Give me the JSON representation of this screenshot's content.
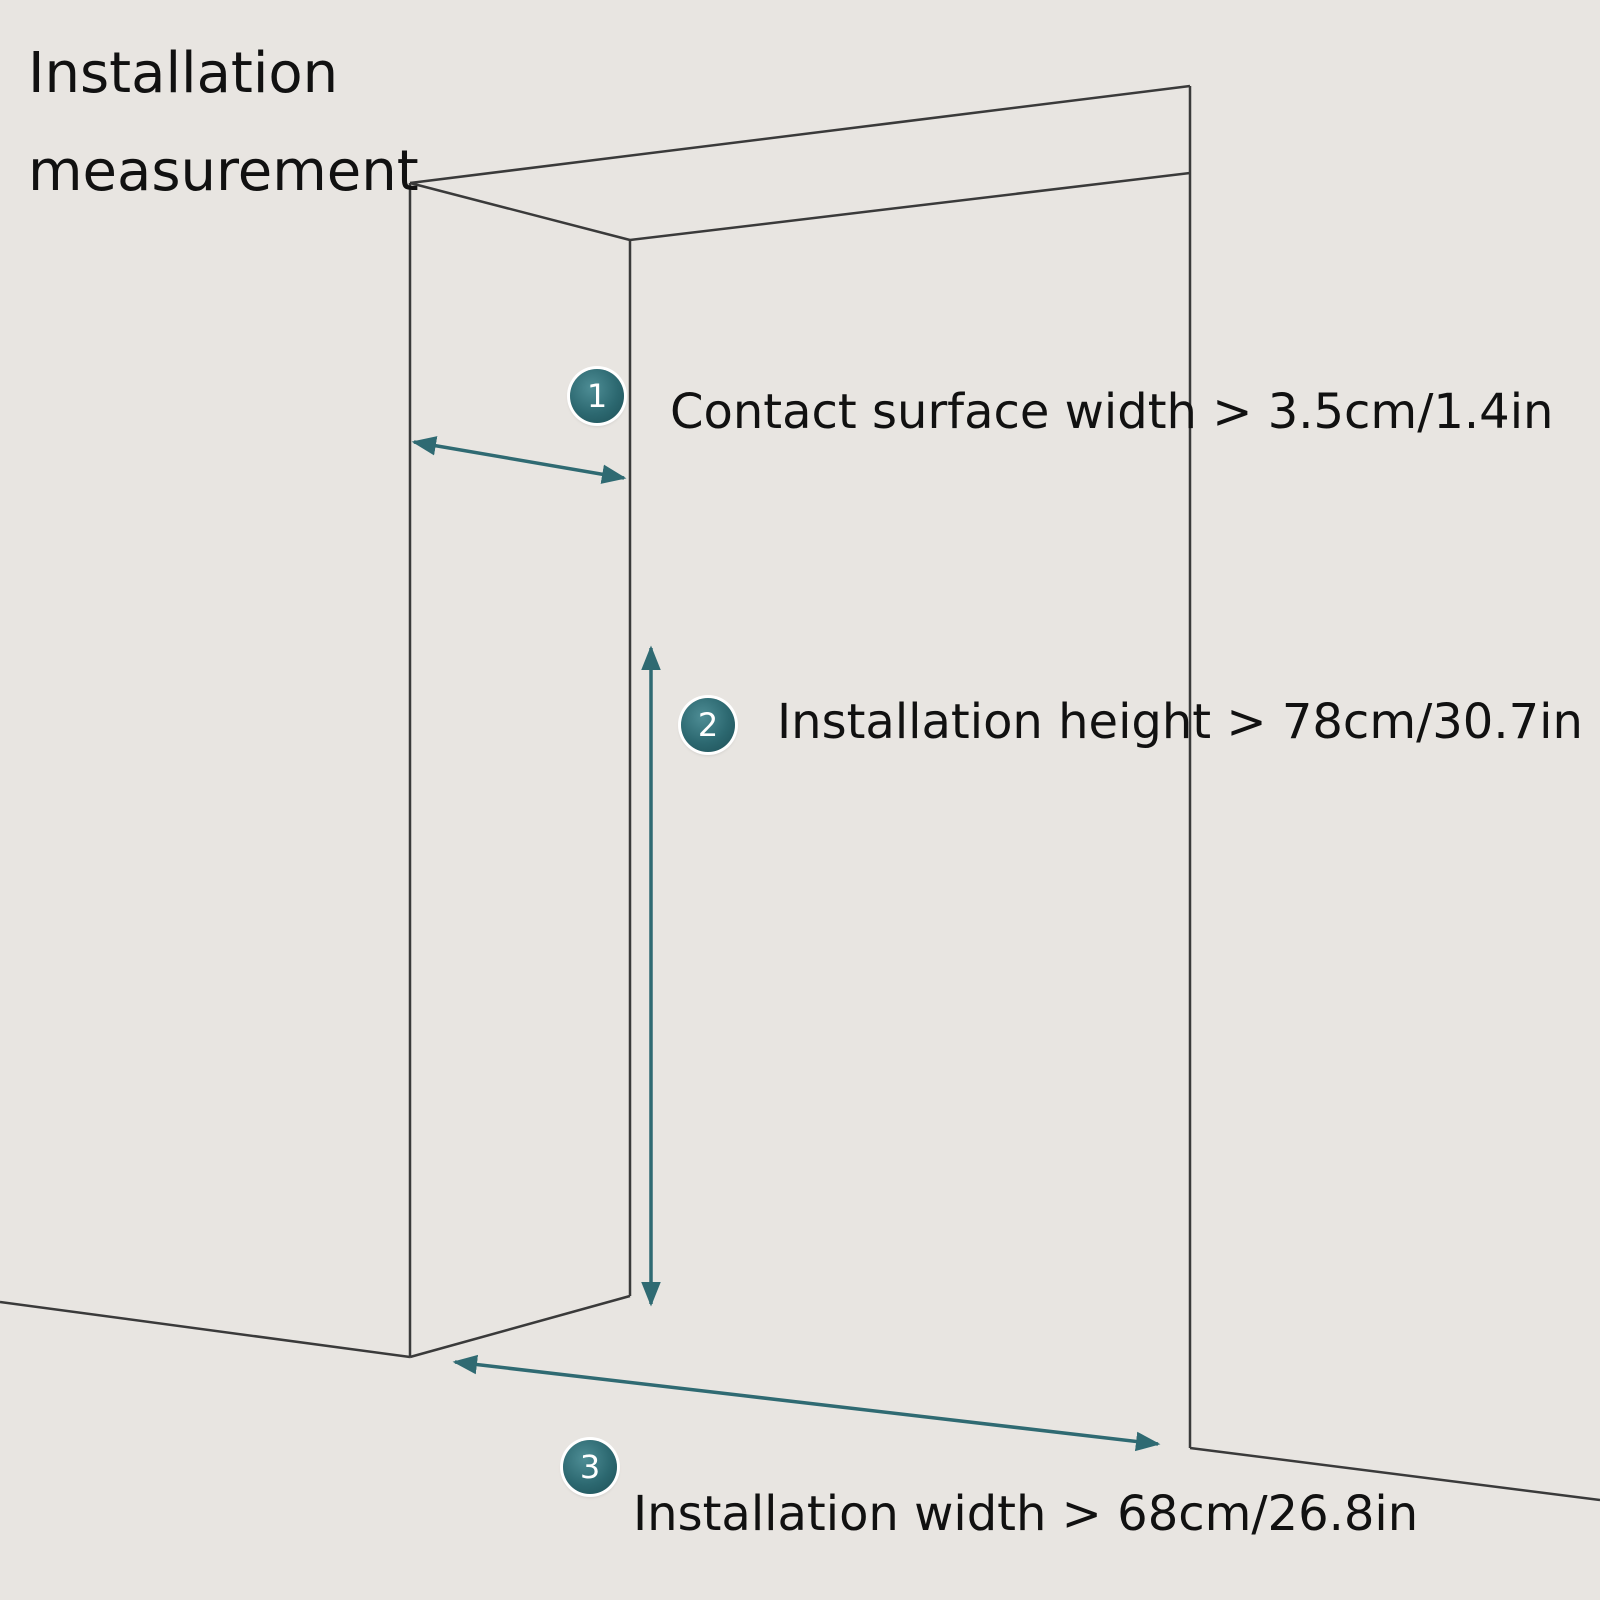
{
  "title": {
    "line1": "Installation",
    "line2": "measurement"
  },
  "annotations": [
    {
      "number": "1",
      "label": "Contact surface width > 3.5cm/1.4in"
    },
    {
      "number": "2",
      "label": "Installation height > 78cm/30.7in"
    },
    {
      "number": "3",
      "label": "Installation width > 68cm/26.8in"
    }
  ],
  "colors": {
    "background": "#e8e5e1",
    "line": "#3a3a3a",
    "accent": "#2f6a72"
  }
}
